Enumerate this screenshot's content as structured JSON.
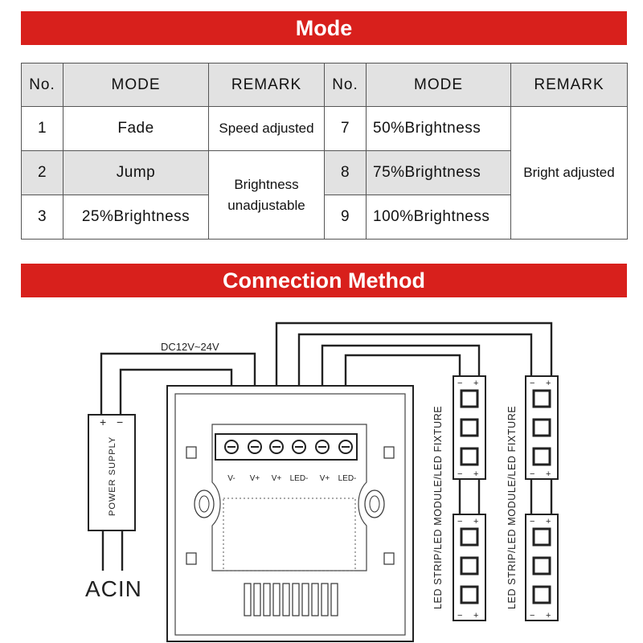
{
  "banners": {
    "mode": "Mode",
    "connection": "Connection Method"
  },
  "mode_table": {
    "headers": [
      "No.",
      "MODE",
      "REMARK",
      "No.",
      "MODE",
      "REMARK"
    ],
    "left": [
      {
        "no": "1",
        "mode": "Fade"
      },
      {
        "no": "2",
        "mode": "Jump"
      },
      {
        "no": "3",
        "mode": "25%Brightness"
      }
    ],
    "right": [
      {
        "no": "7",
        "mode": "50%Brightness"
      },
      {
        "no": "8",
        "mode": "75%Brightness"
      },
      {
        "no": "9",
        "mode": "100%Brightness"
      }
    ],
    "remarks": {
      "speed": "Speed adjusted",
      "brightness_fixed_1": "Brightness",
      "brightness_fixed_2": "unadjustable",
      "bright_adjusted": "Bright adjusted"
    }
  },
  "diagram": {
    "voltage": "DC12V~24V",
    "power_supply": "POWER SUPPLY",
    "ps_plus": "+",
    "ps_minus": "−",
    "acin": "ACIN",
    "terminals": [
      "V-",
      "V+",
      "V+",
      "LED-",
      "V+",
      "LED-"
    ],
    "led_label": "LED STRIP/LED MODULE/LED FIXTURE",
    "led_minus": "−",
    "led_plus": "+"
  }
}
